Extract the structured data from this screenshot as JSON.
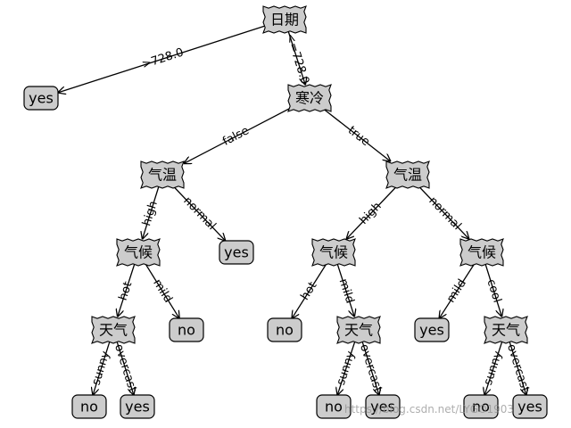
{
  "nodes": {
    "n_date": {
      "label": "日期",
      "kind": "decision"
    },
    "n_cold": {
      "label": "寒冷",
      "kind": "decision"
    },
    "n_yes_top": {
      "label": "yes",
      "kind": "leaf"
    },
    "n_temp_l": {
      "label": "气温",
      "kind": "decision"
    },
    "n_temp_r": {
      "label": "气温",
      "kind": "decision"
    },
    "n_clim_l": {
      "label": "气候",
      "kind": "decision"
    },
    "n_yes_ln": {
      "label": "yes",
      "kind": "leaf"
    },
    "n_clim_r1": {
      "label": "气候",
      "kind": "decision"
    },
    "n_clim_r2": {
      "label": "气候",
      "kind": "decision"
    },
    "n_wea_l": {
      "label": "天气",
      "kind": "decision"
    },
    "n_no_lm": {
      "label": "no",
      "kind": "leaf"
    },
    "n_no_r1": {
      "label": "no",
      "kind": "leaf"
    },
    "n_wea_r1": {
      "label": "天气",
      "kind": "decision"
    },
    "n_yes_r2": {
      "label": "yes",
      "kind": "leaf"
    },
    "n_wea_r2": {
      "label": "天气",
      "kind": "decision"
    },
    "n_no_a": {
      "label": "no",
      "kind": "leaf"
    },
    "n_yes_a": {
      "label": "yes",
      "kind": "leaf"
    },
    "n_no_b": {
      "label": "no",
      "kind": "leaf"
    },
    "n_yes_b": {
      "label": "yes",
      "kind": "leaf"
    },
    "n_no_c": {
      "label": "no",
      "kind": "leaf"
    },
    "n_yes_c": {
      "label": "yes",
      "kind": "leaf"
    }
  },
  "edges": [
    {
      "id": "e1",
      "from": "n_date",
      "to": "n_yes_top",
      "label": ">728.0"
    },
    {
      "id": "e2",
      "from": "n_date",
      "to": "n_cold",
      "label": "<=728.0"
    },
    {
      "id": "e3",
      "from": "n_cold",
      "to": "n_temp_l",
      "label": "false"
    },
    {
      "id": "e4",
      "from": "n_cold",
      "to": "n_temp_r",
      "label": "true"
    },
    {
      "id": "e5",
      "from": "n_temp_l",
      "to": "n_clim_l",
      "label": "high"
    },
    {
      "id": "e6",
      "from": "n_temp_l",
      "to": "n_yes_ln",
      "label": "normal"
    },
    {
      "id": "e7",
      "from": "n_temp_r",
      "to": "n_clim_r1",
      "label": "high"
    },
    {
      "id": "e8",
      "from": "n_temp_r",
      "to": "n_clim_r2",
      "label": "normal"
    },
    {
      "id": "e9",
      "from": "n_clim_l",
      "to": "n_wea_l",
      "label": "hot"
    },
    {
      "id": "e10",
      "from": "n_clim_l",
      "to": "n_no_lm",
      "label": "mild"
    },
    {
      "id": "e11",
      "from": "n_clim_r1",
      "to": "n_no_r1",
      "label": "hot"
    },
    {
      "id": "e12",
      "from": "n_clim_r1",
      "to": "n_wea_r1",
      "label": "mild"
    },
    {
      "id": "e13",
      "from": "n_clim_r2",
      "to": "n_yes_r2",
      "label": "mild"
    },
    {
      "id": "e14",
      "from": "n_clim_r2",
      "to": "n_wea_r2",
      "label": "cool"
    },
    {
      "id": "e15",
      "from": "n_wea_l",
      "to": "n_no_a",
      "label": "sunny"
    },
    {
      "id": "e16",
      "from": "n_wea_l",
      "to": "n_yes_a",
      "label": "overcast"
    },
    {
      "id": "e17",
      "from": "n_wea_r1",
      "to": "n_no_b",
      "label": "sunny"
    },
    {
      "id": "e18",
      "from": "n_wea_r1",
      "to": "n_yes_b",
      "label": "overcast"
    },
    {
      "id": "e19",
      "from": "n_wea_r2",
      "to": "n_no_c",
      "label": "sunny"
    },
    {
      "id": "e20",
      "from": "n_wea_r2",
      "to": "n_yes_c",
      "label": "overcast"
    }
  ],
  "watermark": "https://blog.csdn.net/LYGO1903",
  "colors": {
    "node_fill": "#cccccc",
    "stroke": "#000000",
    "watermark": "#8c8c8c"
  }
}
